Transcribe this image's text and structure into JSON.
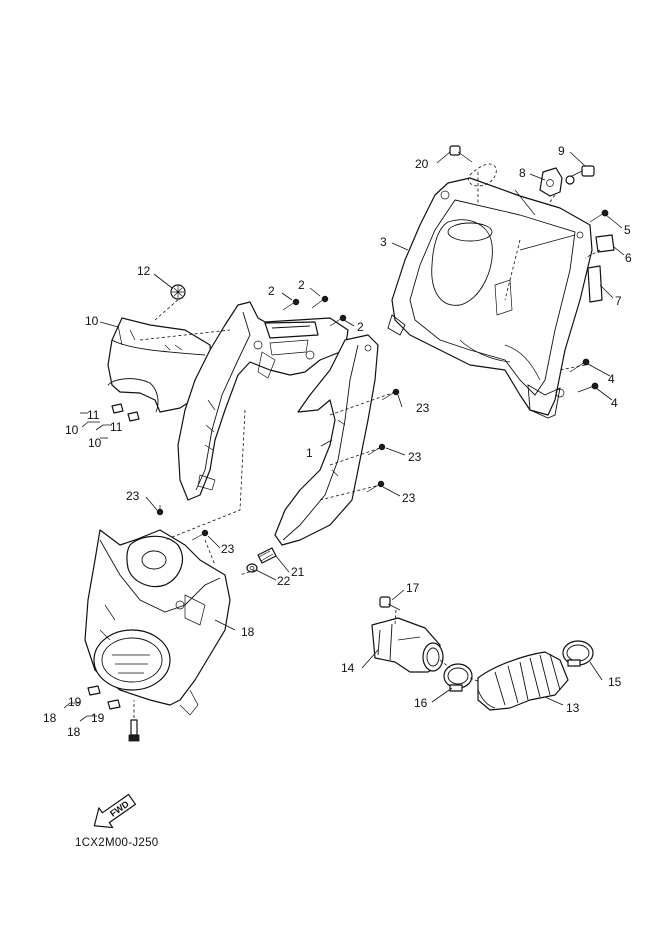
{
  "diagram_code": "1CX2M00-J250",
  "fwd_label": "FWD",
  "callouts": {
    "c1": "1",
    "c2a": "2",
    "c2b": "2",
    "c2c": "2",
    "c3": "3",
    "c4a": "4",
    "c4b": "4",
    "c5": "5",
    "c6": "6",
    "c7": "7",
    "c8": "8",
    "c9": "9",
    "c10a": "10",
    "c10b": "10",
    "c10c": "10",
    "c11a": "11",
    "c11b": "11",
    "c12": "12",
    "c13": "13",
    "c14": "14",
    "c15": "15",
    "c16": "16",
    "c17": "17",
    "c18a": "18",
    "c18b": "18",
    "c18c": "18",
    "c19a": "19",
    "c19b": "19",
    "c20": "20",
    "c21": "21",
    "c22": "22",
    "c23a": "23",
    "c23b": "23",
    "c23c": "23",
    "c23d": "23",
    "c23e": "23"
  }
}
